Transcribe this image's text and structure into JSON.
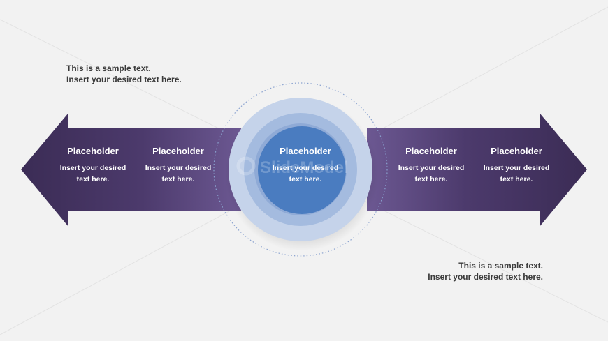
{
  "notes": {
    "top": {
      "line1": "This is a sample text.",
      "line2": "Insert your desired text here."
    },
    "bottom": {
      "line1": "This is a sample text.",
      "line2": "Insert your desired text here."
    }
  },
  "items": [
    {
      "title": "Placeholder",
      "desc1": "Insert your desired",
      "desc2": "text here."
    },
    {
      "title": "Placeholder",
      "desc1": "Insert your desired",
      "desc2": "text here."
    },
    {
      "title": "Placeholder",
      "desc1": "Insert your desired",
      "desc2": "text here."
    },
    {
      "title": "Placeholder",
      "desc1": "Insert your desired",
      "desc2": "text here."
    },
    {
      "title": "Placeholder",
      "desc1": "Insert your desired",
      "desc2": "text here."
    }
  ],
  "watermark": "SlideModel",
  "colors": {
    "arrow_dark": "#3e2f5a",
    "arrow_light": "#6a5590",
    "ring_outer": "#c5d3ea",
    "ring_middle": "#a4bbdf",
    "ring_inner": "#8faad6",
    "core": "#4a7cc0"
  }
}
